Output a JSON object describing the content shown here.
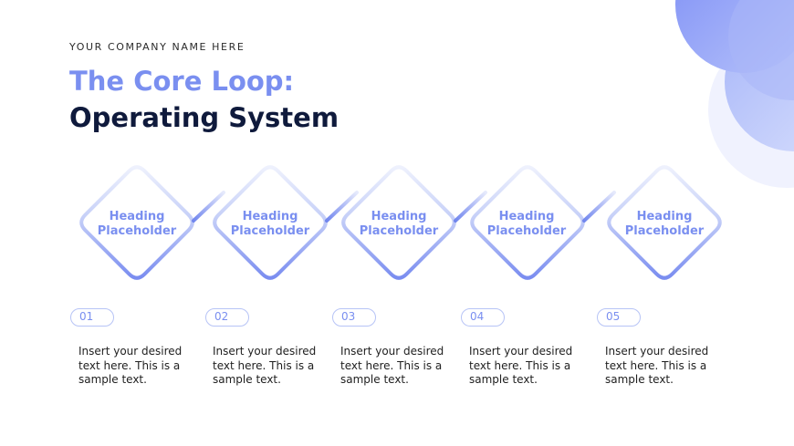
{
  "company_name": "YOUR COMPANY NAME HERE",
  "title_line1": "The Core Loop:",
  "title_line2": "Operating System",
  "colors": {
    "accent": "#7a8ff0",
    "dark": "#0f1a3c",
    "pill_border": "#b7c4f6"
  },
  "steps": [
    {
      "heading": "Heading Placeholder",
      "number": "01",
      "text": "Insert your desired text here. This is a sample text."
    },
    {
      "heading": "Heading Placeholder",
      "number": "02",
      "text": "Insert your desired text here. This is a sample text."
    },
    {
      "heading": "Heading Placeholder",
      "number": "03",
      "text": "Insert your desired text here. This is a sample text."
    },
    {
      "heading": "Heading Placeholder",
      "number": "04",
      "text": "Insert your desired text here. This is a sample text."
    },
    {
      "heading": "Heading Placeholder",
      "number": "05",
      "text": "Insert your desired text here. This is a sample text."
    }
  ]
}
